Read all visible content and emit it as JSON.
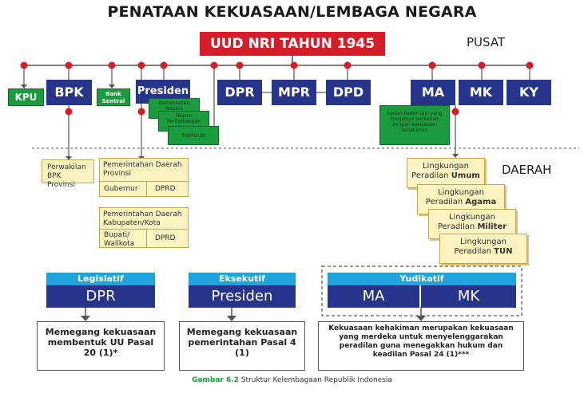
{
  "title": "PENATAAN KEKUASAAN/LEMBAGA NEGARA",
  "uud": "UUD NRI TAHUN 1945",
  "pusat": "PUSAT",
  "daerah": "DAERAH",
  "central": {
    "kpu": "KPU",
    "bpk": "BPK",
    "bank": "Bank Sentral",
    "presiden": "Presiden",
    "dpr": "DPR",
    "mpr": "MPR",
    "dpd": "DPD",
    "ma": "MA",
    "mk": "MK",
    "ky": "KY"
  },
  "presiden_sub": [
    "Kementerian Negara",
    "Dewan Pertimbangan",
    "TNI/POLRI"
  ],
  "badan_lain": "badan-badan lain yang fungsinya berkaitan dengan kekuasaan kehakiman",
  "regional": {
    "bpk_prov": "Perwakilan BPK Provinsi",
    "pemda_prov": "Pemerintahan Daerah Provinsi",
    "gubernur": "Gubernur",
    "dprd1": "DPRD",
    "pemda_kab": "Pemerintahan Daerah Kabupaten/Kota",
    "bupati": "Bupati/ Walikota",
    "dprd2": "DPRD"
  },
  "peradilan": [
    {
      "prefix": "Lingkungan Peradilan ",
      "bold": "Umum"
    },
    {
      "prefix": "Lingkungan Peradilan ",
      "bold": "Agama"
    },
    {
      "prefix": "Lingkungan Peradilan ",
      "bold": "Militer"
    },
    {
      "prefix": "Lingkungan Peradilan ",
      "bold": "TUN"
    }
  ],
  "branches": {
    "legislatif": {
      "head": "Legislatif",
      "body": "DPR",
      "desc": "Memegang kekuasaan membentuk UU Pasal 20 (1)*"
    },
    "eksekutif": {
      "head": "Eksekutif",
      "body": "Presiden",
      "desc": "Memegang kekuasaan pemerintahan Pasal 4 (1)"
    },
    "yudikatif": {
      "head": "Yudikatif",
      "body_ma": "MA",
      "body_mk": "MK",
      "desc": "Kekuasaan kehakiman merupakan kekuasaan yang merdeka untuk menyelenggarakan peradilan guna menegakkan hukum dan keadilan Pasal 24 (1)***"
    }
  },
  "caption_label": "Gambar 6.2",
  "caption_text": " Struktur Kelembagaan Republik Indonesia",
  "colors": {
    "red": "#d71e28",
    "navy": "#27348b",
    "green": "#1a9c3e",
    "yellow": "#fdf3c1",
    "cyan": "#1fa4dc"
  }
}
